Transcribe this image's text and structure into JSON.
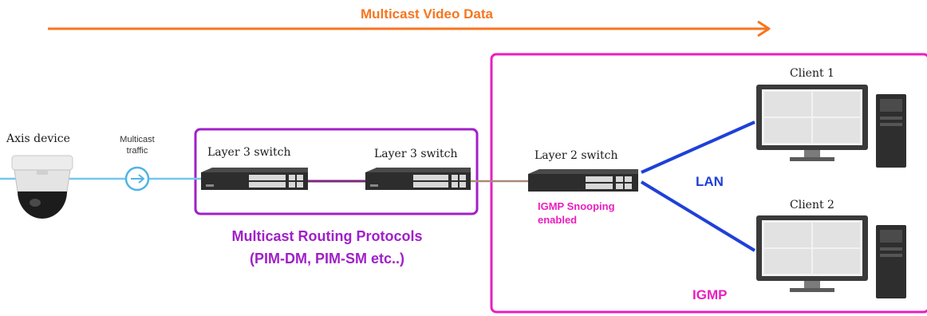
{
  "diagram": {
    "data_flow_label": "Multicast Video Data",
    "source": {
      "label": "Axis device",
      "traffic_label_line1": "Multicast",
      "traffic_label_line2": "traffic"
    },
    "routing_group": {
      "switch1_label": "Layer 3 switch",
      "switch2_label": "Layer 3 switch",
      "protocols_line1": "Multicast Routing Protocols",
      "protocols_line2": "(PIM-DM, PIM-SM etc..)"
    },
    "igmp_group": {
      "switch_label": "Layer 2 switch",
      "snooping_line1": "IGMP Snooping",
      "snooping_line2": "enabled",
      "lan_label": "LAN",
      "group_label": "IGMP",
      "client1_label": "Client 1",
      "client2_label": "Client 2"
    },
    "colors": {
      "data_arrow": "#f7751f",
      "routing_box": "#a020c8",
      "igmp_box": "#ea1ec0",
      "lan_links": "#1f40d8",
      "camera_link": "#74c7ec"
    }
  }
}
